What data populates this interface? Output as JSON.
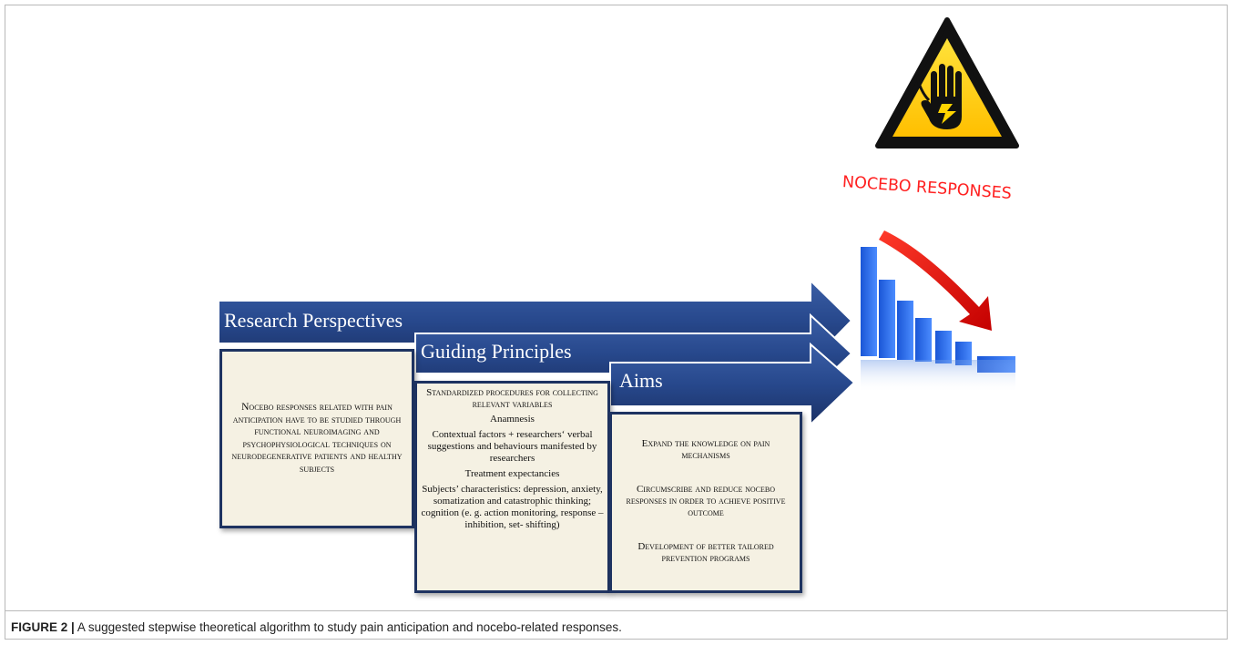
{
  "bands": [
    {
      "label": "Research Perspectives"
    },
    {
      "label": "Guiding Principles"
    },
    {
      "label": "Aims"
    }
  ],
  "research_box": {
    "text": "Nocebo responses related with pain anticipation have to be studied through functional neuroimaging and psychophysiological techniques on neurodegenerative patients and healthy subjects"
  },
  "principles_box": {
    "heading": "Standardized procedures for collecting relevant variables",
    "items": [
      "Anamnesis",
      "Contextual factors + researchers‘ verbal suggestions and behaviours manifested by researchers",
      "Treatment expectancies",
      "Subjects’ characteristics: depression, anxiety, somatization and catastrophic thinking; cognition (e. g. action monitoring, response –inhibition, set- shifting)"
    ]
  },
  "aims_box": {
    "items": [
      "Expand the knowledge on pain mechanisms",
      "Circumscribe and reduce nocebo responses in order to achieve positive outcome",
      "Development of better tailored prevention programs"
    ]
  },
  "nocebo_title": "NOCEBO RESPONSES",
  "icons": [
    "electric-hazard-warning-icon",
    "declining-bar-chart-icon"
  ],
  "colors": {
    "band": "#2a4a8c",
    "band_dark": "#1a2f60",
    "box_bg": "#f5f1e3",
    "accent_red": "#ff2020",
    "warning_yellow": "#ffd400"
  },
  "caption": {
    "label": "FIGURE 2 |",
    "text": "A suggested stepwise theoretical algorithm to study pain anticipation and nocebo-related responses."
  }
}
